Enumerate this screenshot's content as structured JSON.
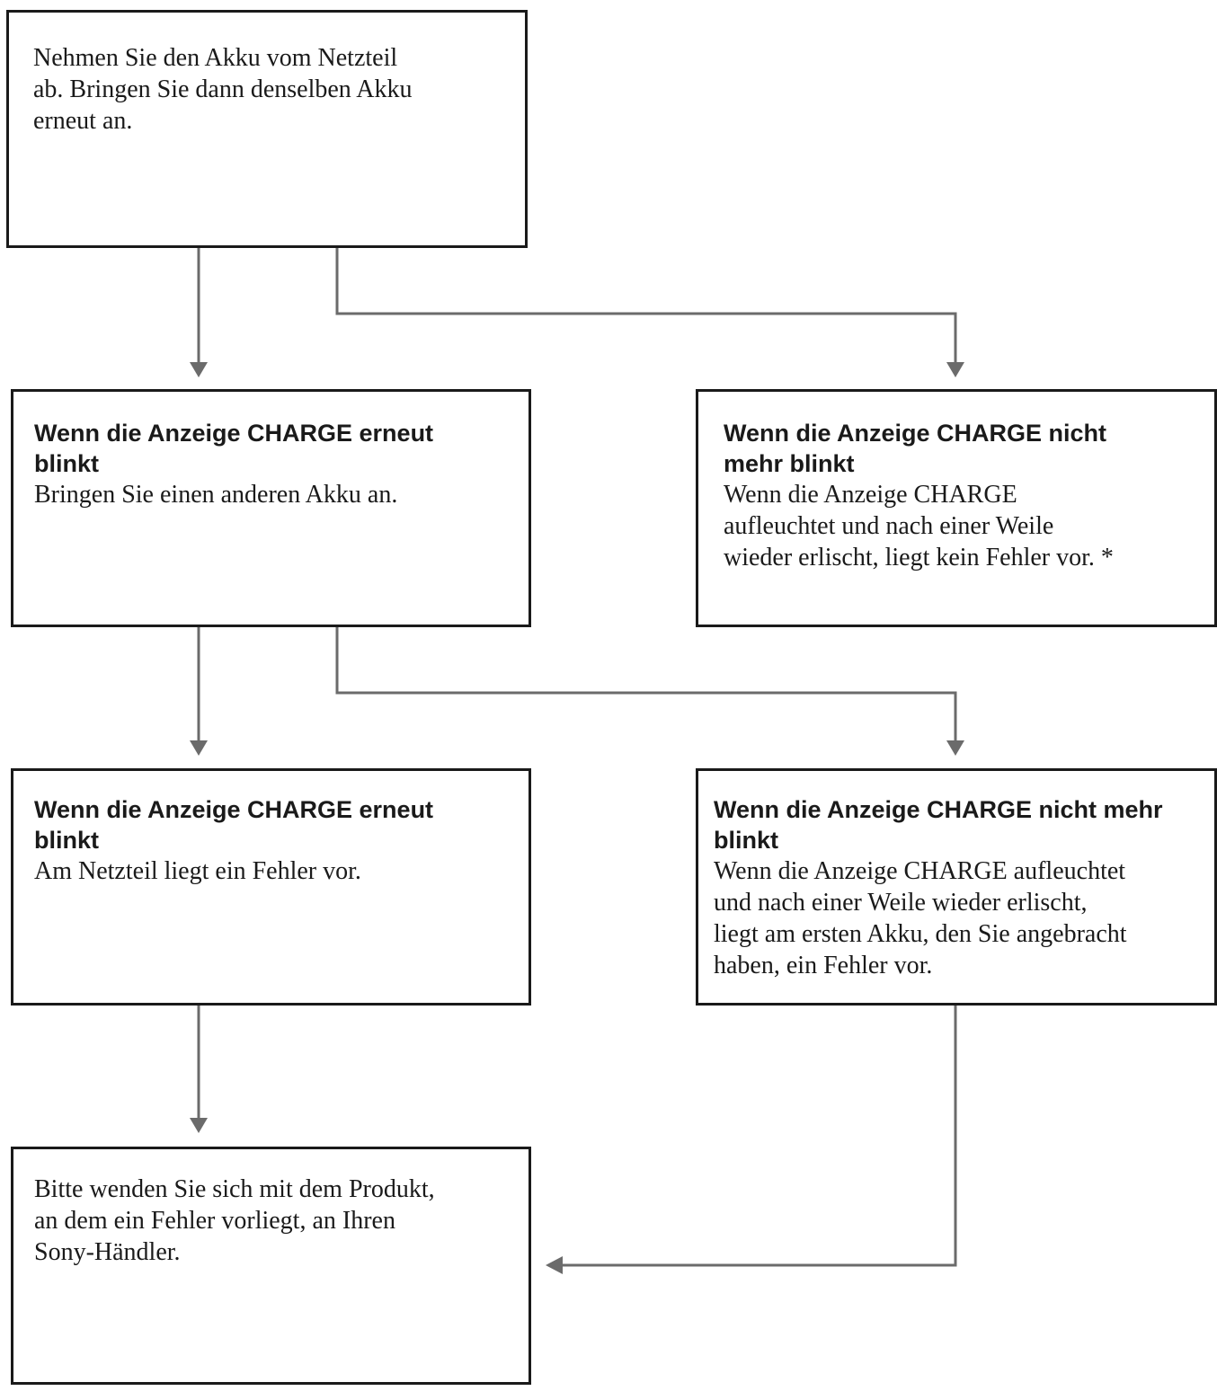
{
  "flowchart": {
    "start": {
      "text": "Nehmen Sie den Akku vom Netzteil\nab. Bringen Sie dann denselben Akku\nerneut an."
    },
    "left_1": {
      "heading": "Wenn die Anzeige CHARGE erneut\nblinkt",
      "text": "Bringen Sie einen anderen Akku an."
    },
    "right_1": {
      "heading": "Wenn die Anzeige CHARGE nicht\nmehr blinkt",
      "text": "Wenn die Anzeige CHARGE\naufleuchtet und nach einer Weile\nwieder erlischt, liegt kein Fehler vor. *"
    },
    "left_2": {
      "heading": "Wenn die Anzeige CHARGE erneut\nblinkt",
      "text": "Am Netzteil liegt ein Fehler vor."
    },
    "right_2": {
      "heading": "Wenn die Anzeige CHARGE nicht mehr\nblinkt",
      "text": "Wenn die Anzeige CHARGE aufleuchtet\nund nach einer Weile wieder erlischt,\nliegt am ersten Akku, den Sie angebracht\nhaben, ein Fehler vor."
    },
    "end": {
      "text": "Bitte wenden Sie sich mit dem Produkt,\nan dem ein Fehler vorliegt, an Ihren\nSony-Händler."
    },
    "colors": {
      "box_border": "#1a1a1a",
      "connector": "#6b6b6b",
      "text": "#1a1a1a"
    }
  }
}
